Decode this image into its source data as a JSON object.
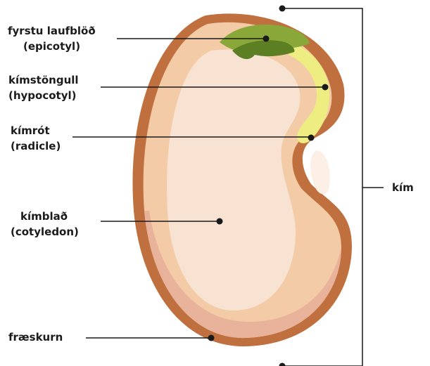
{
  "labels": {
    "epicotyl": {
      "line1": "fyrstu laufblöð",
      "line2": "(epicotyl)"
    },
    "hypocotyl": {
      "line1": "kímstöngull",
      "line2": "(hypocotyl)"
    },
    "radicle": {
      "line1": "kímrót",
      "line2": "(radicle)"
    },
    "cotyledon": {
      "line1": "kímblað",
      "line2": "(cotyledon)"
    },
    "seed_coat": "fræskurn",
    "embryo": "kím"
  },
  "colors": {
    "seed_coat": "#c0703e",
    "seed_outer": "#f3cba6",
    "seed_shadow": "#e9b29b",
    "cotyledon_inner": "#f8e2d2",
    "hypocotyl": "#eded82",
    "leaf_dark": "#5d7f23",
    "leaf_light": "#8aa83a",
    "hilum": "#fcefe6",
    "line": "#1a1a1a"
  }
}
